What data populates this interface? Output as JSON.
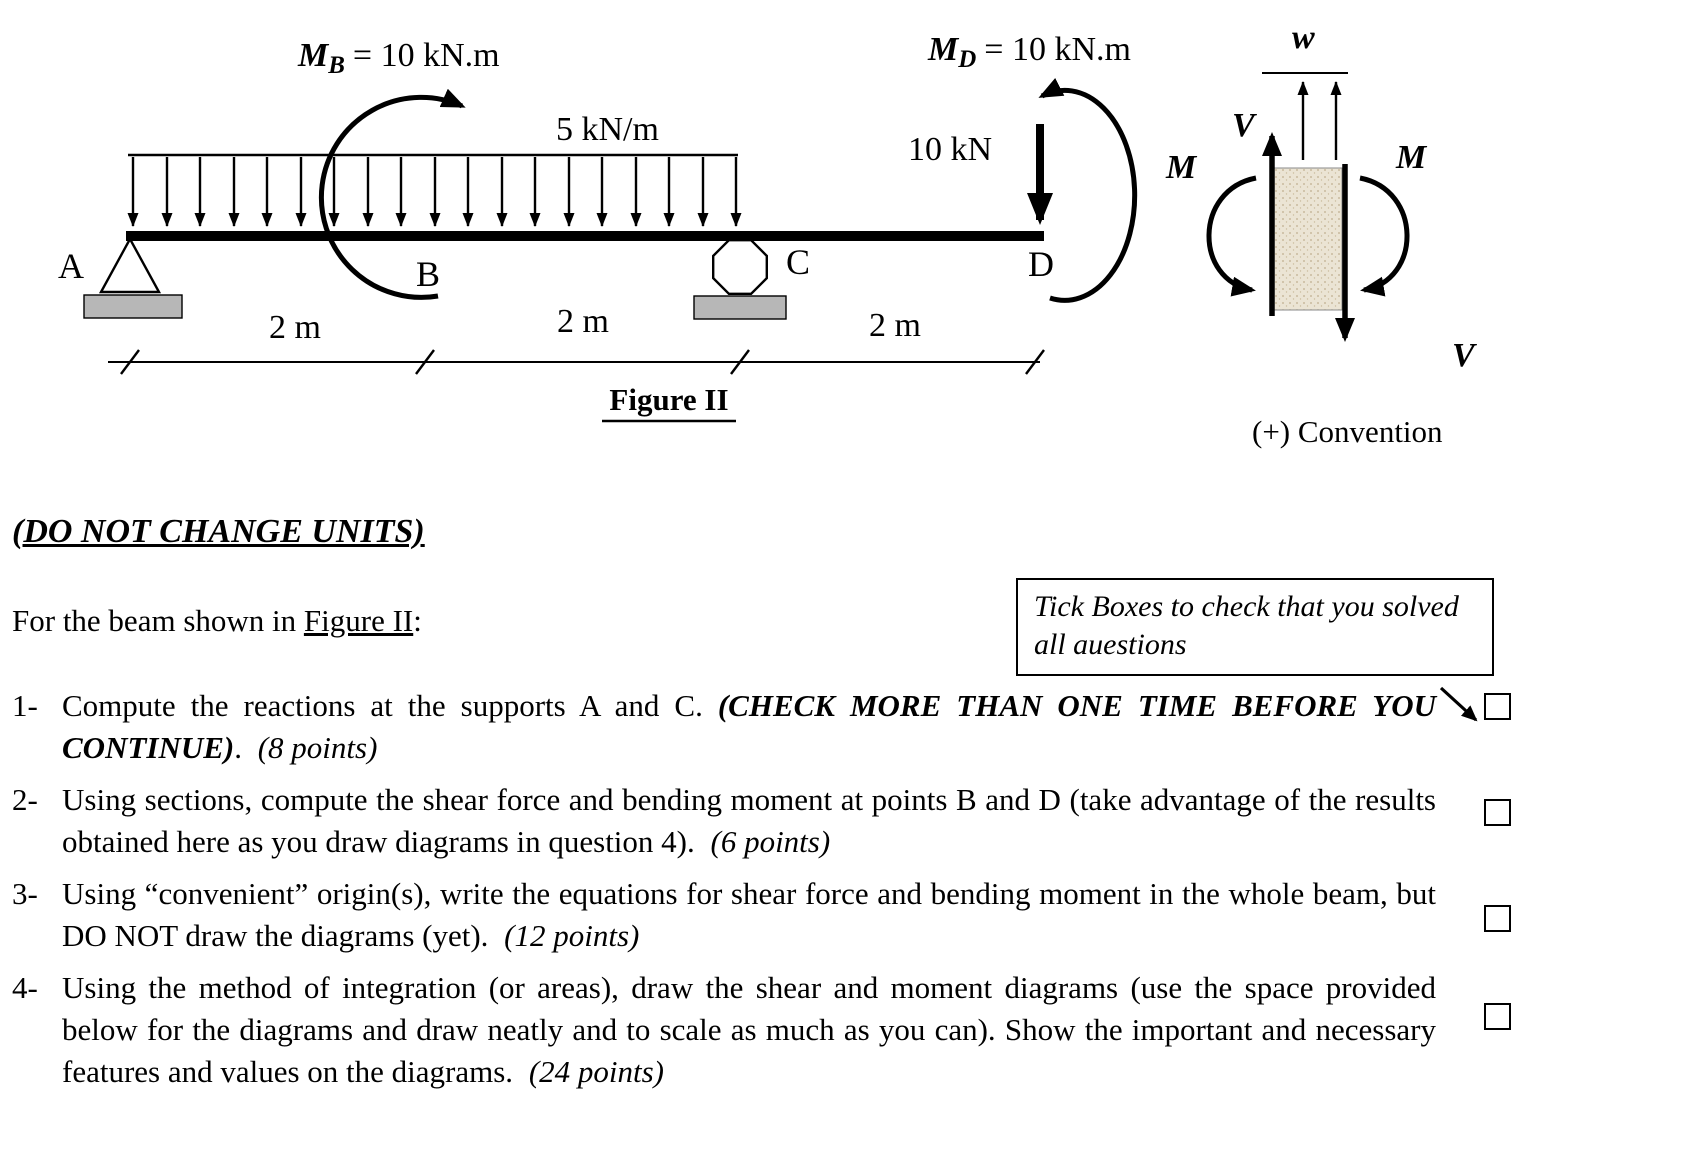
{
  "figure": {
    "moment_b": {
      "sym": "M",
      "sub": "B",
      "eq": "= 10 kN.m"
    },
    "moment_d": {
      "sym": "M",
      "sub": "D",
      "eq": "= 10 kN.m"
    },
    "distributed_load": "5 kN/m",
    "point_load": "10 kN",
    "labels": {
      "a": "A",
      "b": "B",
      "c": "C",
      "d": "D"
    },
    "dims": {
      "ab": "2 m",
      "bc": "2 m",
      "cd": "2 m"
    },
    "caption": "Figure II"
  },
  "convention": {
    "w": "w",
    "v_top": "V",
    "v_bottom": "V",
    "m_left": "M",
    "m_right": "M",
    "caption": "(+) Convention"
  },
  "instructions": {
    "units_warning": "(DO NOT CHANGE UNITS)",
    "intro_prefix": "For the beam shown in ",
    "intro_link": "Figure II",
    "intro_suffix": ":",
    "tick_note": "Tick Boxes to check that you solved all auestions"
  },
  "questions": [
    {
      "number": "1-",
      "text": "Compute the reactions at the supports A and C. ",
      "emphasis": "(CHECK MORE THAN ONE TIME BEFORE YOU CONTINUE)",
      "after": ". ",
      "points": "(8 points)"
    },
    {
      "number": "2-",
      "text": "Using sections, compute the shear force and bending moment at points B and D (take advantage of the results obtained here as you draw diagrams in question 4). ",
      "emphasis": "",
      "after": "",
      "points": "(6 points)"
    },
    {
      "number": "3-",
      "text": "Using “convenient” origin(s), write the equations for shear force and bending moment in the whole beam, but DO NOT draw the diagrams (yet). ",
      "emphasis": "",
      "after": "",
      "points": "(12 points)"
    },
    {
      "number": "4-",
      "text": "Using the method of integration (or areas), draw the shear and moment diagrams (use the space provided below for the diagrams and draw neatly and to scale as much as you can). Show the important and necessary features and values on the diagrams. ",
      "emphasis": "",
      "after": "",
      "points": "(24 points)"
    }
  ]
}
